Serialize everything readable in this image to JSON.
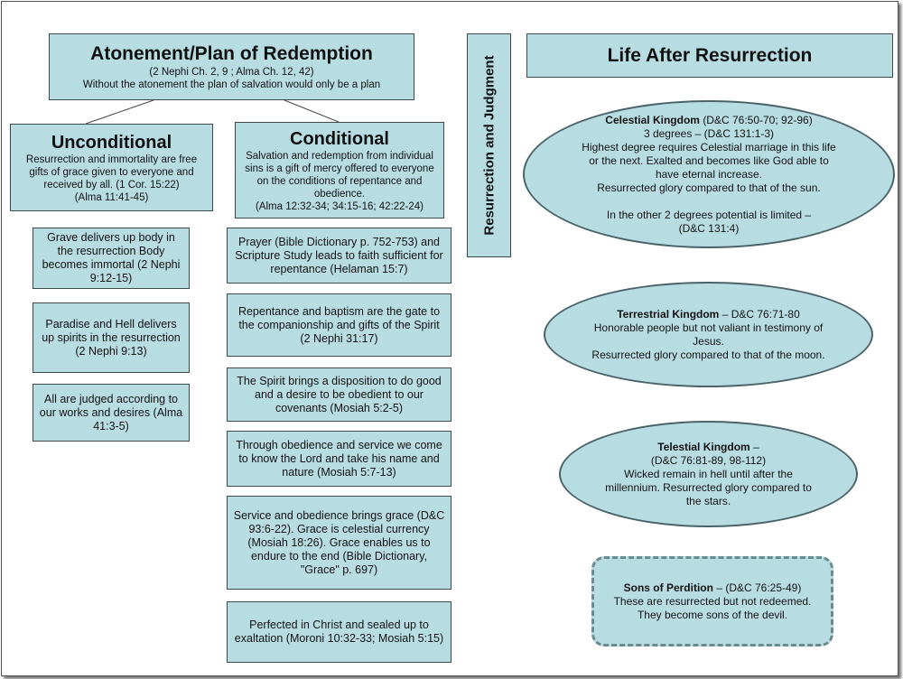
{
  "atonement": {
    "title": "Atonement/Plan of Redemption",
    "ref": "(2 Nephi Ch. 2, 9 ; Alma Ch. 12, 42)",
    "text": "Without the atonement the plan of salvation would only be a plan"
  },
  "unconditional": {
    "title": "Unconditional",
    "text": "Resurrection and immortality are free gifts of grace given to everyone and received by all. (1 Cor. 15:22)",
    "ref": "(Alma 11:41-45)",
    "items": [
      "Grave delivers up body in the resurrection Body becomes immortal (2 Nephi 9:12-15)",
      "Paradise and Hell delivers up spirits in the resurrection (2 Nephi 9:13)",
      "All are judged according to our works and desires (Alma 41:3-5)"
    ]
  },
  "conditional": {
    "title": "Conditional",
    "text": "Salvation and redemption from individual sins is a gift of mercy offered to everyone on the conditions of repentance and obedience.",
    "ref": "(Alma 12:32-34; 34:15-16; 42:22-24)",
    "items": [
      "Prayer (Bible Dictionary p. 752-753) and Scripture Study leads to faith sufficient for repentance (Helaman 15:7)",
      "Repentance and baptism are the gate to the companionship and gifts of the Spirit (2 Nephi 31:17)",
      "The Spirit brings a disposition to do good and a desire to be obedient to our covenants (Mosiah 5:2-5)",
      "Through obedience and service we come to know the Lord and take his name and nature (Mosiah 5:7-13)",
      "Service and obedience brings grace (D&C 93:6-22). Grace is celestial currency (Mosiah 18:26). Grace enables us to endure to the end (Bible Dictionary, \"Grace\" p. 697)",
      "Perfected in Christ and sealed up to exaltation (Moroni 10:32-33; Mosiah 5:15)"
    ]
  },
  "judgment": {
    "label": "Resurrection and Judgment"
  },
  "after": {
    "title": "Life After Resurrection"
  },
  "celestial": {
    "name": "Celestial Kingdom",
    "ref": "(D&C 76:50-70; 92-96)",
    "line1": "3 degrees – (D&C 131:1-3)",
    "line2": "Highest degree requires Celestial marriage in this life or the next. Exalted and becomes like God able to have eternal increase.",
    "line3": "Resurrected glory compared to that of the sun.",
    "line4": "In the other 2 degrees potential is limited –",
    "line5": "(D&C 131:4)"
  },
  "terrestrial": {
    "name": "Terrestrial Kingdom",
    "ref": "– D&C 76:71-80",
    "line1": "Honorable people but not valiant in testimony of Jesus.",
    "line2": "Resurrected glory compared to that of the moon."
  },
  "telestial": {
    "name": "Telestial Kingdom",
    "dash": "–",
    "ref": "(D&C 76:81-89, 98-112)",
    "line1": "Wicked remain in hell until after the millennium. Resurrected glory compared to the stars."
  },
  "perdition": {
    "name": "Sons of Perdition",
    "ref": "– (D&C 76:25-49)",
    "line1": "These are resurrected but not redeemed. They become sons of the devil."
  }
}
